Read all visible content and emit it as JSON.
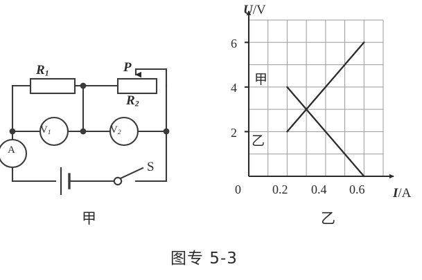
{
  "figure": {
    "caption": "图专 5-3",
    "sub_caption_left": "甲",
    "sub_caption_right": "乙"
  },
  "circuit": {
    "title": "甲",
    "components": {
      "resistor_r1": "R",
      "resistor_r1_sub": "1",
      "rheostat_r2": "R",
      "rheostat_r2_sub": "2",
      "slider_p": "P",
      "switch_s": "S",
      "ammeter": "A",
      "voltmeter_1": "V",
      "voltmeter_1_sub": "1",
      "voltmeter_2": "V",
      "voltmeter_2_sub": "2"
    }
  },
  "chart_data": {
    "type": "line",
    "title": "乙",
    "xlabel": "I/A",
    "ylabel": "U/V",
    "xlabel_italic": "I",
    "xlabel_unit": "/A",
    "ylabel_italic": "U",
    "ylabel_unit": "/V",
    "xlim": [
      0,
      0.7
    ],
    "ylim": [
      0,
      7
    ],
    "xticks": [
      0,
      0.2,
      0.4,
      0.6
    ],
    "xtick_labels": [
      "0",
      "0.2",
      "0.4",
      "0.6"
    ],
    "yticks": [
      2,
      4,
      6
    ],
    "ytick_labels": [
      "2",
      "4",
      "6"
    ],
    "grid": true,
    "grid_x_step": 0.1,
    "grid_y_step": 1,
    "series": [
      {
        "name": "乙",
        "annotation": "乙",
        "description": "ascending straight line",
        "x": [
          0.2,
          0.6
        ],
        "y": [
          2,
          6
        ]
      },
      {
        "name": "甲",
        "annotation": "甲",
        "description": "descending straight line",
        "x": [
          0.2,
          0.6
        ],
        "y": [
          4,
          0
        ]
      }
    ],
    "annotations": [
      {
        "text": "甲",
        "x": 0.16,
        "y": 4.6
      },
      {
        "text": "乙",
        "x": 0.15,
        "y": 1.6
      }
    ],
    "intersection": {
      "x": 0.3,
      "y": 3
    }
  }
}
